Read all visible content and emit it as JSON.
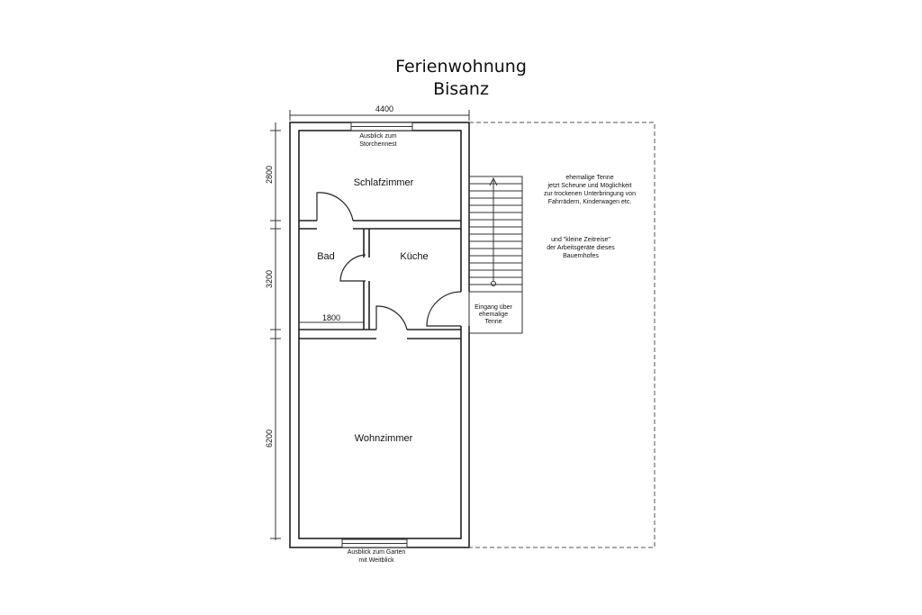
{
  "title": {
    "line1": "Ferienwohnung",
    "line2": "Bisanz"
  },
  "dimensions": {
    "width_top": "4400",
    "height_schlafzimmer": "2800",
    "height_middle": "3200",
    "height_wohnzimmer": "6200",
    "width_bad": "1800"
  },
  "rooms": {
    "schlafzimmer": "Schlafzimmer",
    "bad": "Bad",
    "kueche": "Küche",
    "wohnzimmer": "Wohnzimmer"
  },
  "window_notes": {
    "top": [
      "Ausblick zum",
      "Storchennest"
    ],
    "bottom": [
      "Ausblick zum Garten",
      "mit Weitblick"
    ]
  },
  "entrance_note": [
    "Eingang über",
    "ehemalige",
    "Tenne"
  ],
  "tenne_note": [
    "ehemalige Tenne",
    "jetzt Scheune und Möglichkeit",
    "zur trockenen Unterbringung von",
    "Fahrrädern, Kinderwagen etc."
  ],
  "zeitreise_note": [
    "und \"kleine Zeitreise\"",
    "der Arbeitsgeräte dieses",
    "Bauernhofes"
  ]
}
